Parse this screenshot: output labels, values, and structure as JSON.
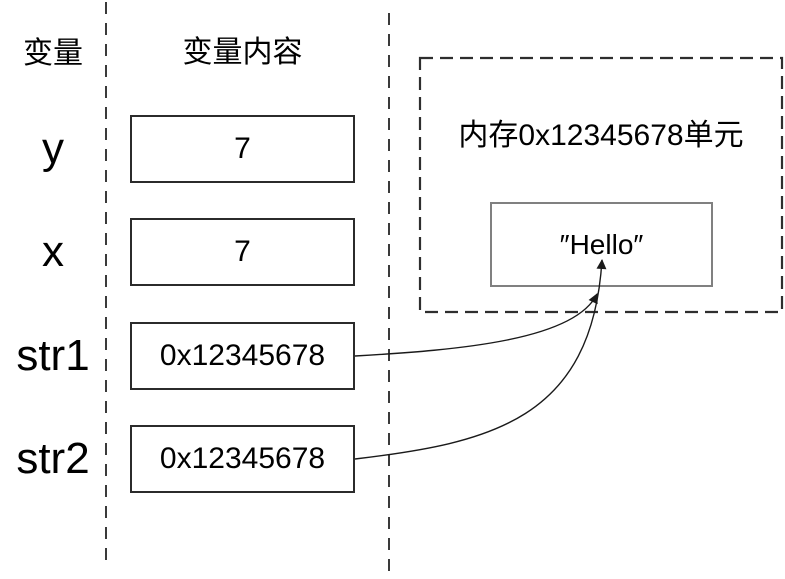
{
  "diagram": {
    "headers": {
      "variable": "变量",
      "variable_content": "变量内容"
    },
    "variables": [
      {
        "name": "y",
        "value": "7"
      },
      {
        "name": "x",
        "value": "7"
      },
      {
        "name": "str1",
        "value": "0x12345678"
      },
      {
        "name": "str2",
        "value": "0x12345678"
      }
    ],
    "memory": {
      "title": "内存0x12345678单元",
      "cell_value": "″Hello″"
    },
    "arrows": [
      {
        "from": "str1",
        "to": "memory-cell"
      },
      {
        "from": "str2",
        "to": "memory-cell"
      }
    ],
    "colors": {
      "background": "#ffffff",
      "text": "#000000",
      "value_box_border": "#2b2b2b",
      "memory_cell_border": "#808080",
      "dashed_line": "#3a3a3a",
      "arrow": "#1a1a1a"
    }
  }
}
